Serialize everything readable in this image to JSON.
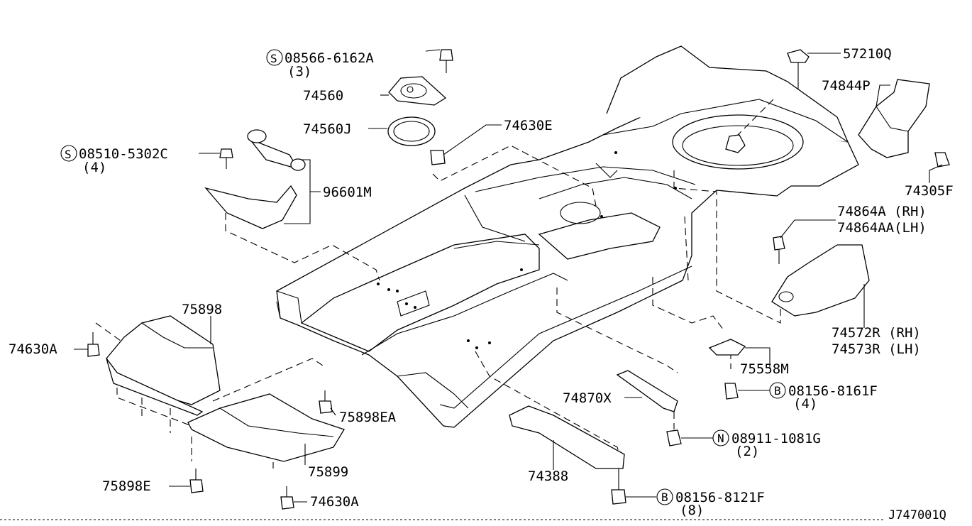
{
  "diagram_id": "J747001Q",
  "labels": {
    "s_08566": "08566-6162A",
    "s_08566_qty": "(3)",
    "p_74560": "74560",
    "p_74560J": "74560J",
    "p_74630E": "74630E",
    "s_08510": "08510-5302C",
    "s_08510_qty": "(4)",
    "p_96601M": "96601M",
    "p_57210Q": "57210Q",
    "p_74844P": "74844P",
    "p_74305F": "74305F",
    "p_74864A": "74864A (RH)",
    "p_74864AA": "74864AA(LH)",
    "p_74572R": "74572R (RH)",
    "p_74573R": "74573R (LH)",
    "p_75558M": "75558M",
    "b_08156_8161F": "08156-8161F",
    "b_08156_8161F_qty": "(4)",
    "p_74870X": "74870X",
    "n_08911": "08911-1081G",
    "n_08911_qty": "(2)",
    "p_74388": "74388",
    "b_08156_8121F": "08156-8121F",
    "b_08156_8121F_qty": "(8)",
    "p_75898": "75898",
    "p_74630A_top": "74630A",
    "p_75898EA": "75898EA",
    "p_75899": "75899",
    "p_75898E": "75898E",
    "p_74630A_bottom": "74630A"
  },
  "prefix_symbols": {
    "s": "S",
    "b": "B",
    "n": "N"
  }
}
